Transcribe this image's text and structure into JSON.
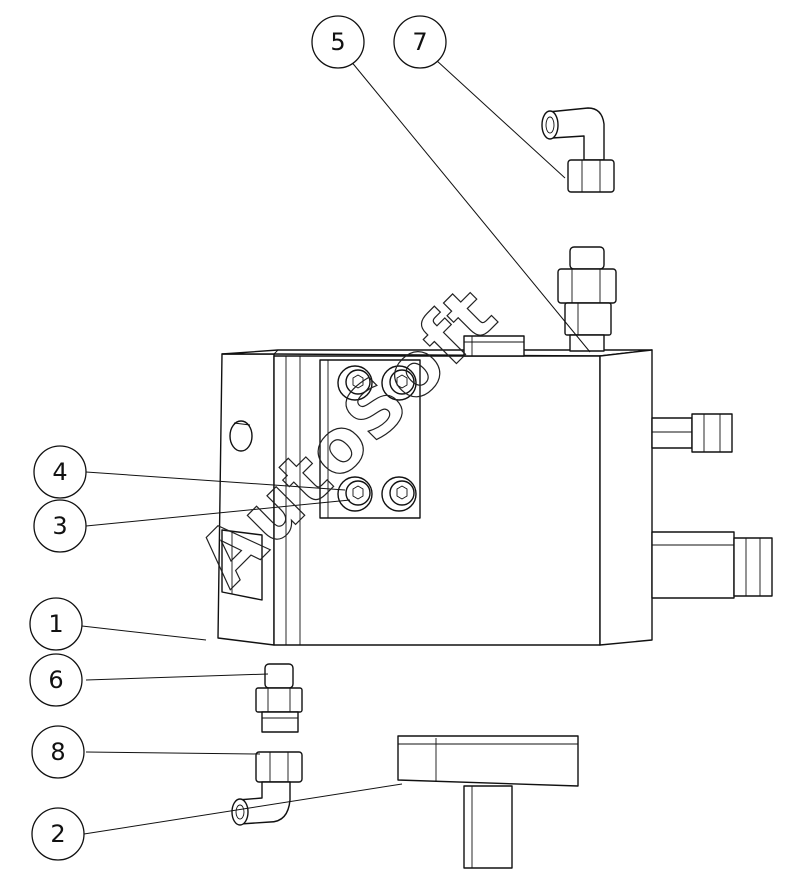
{
  "watermark": "AutoSoft",
  "callouts": [
    {
      "id": "5",
      "label": "5"
    },
    {
      "id": "7",
      "label": "7"
    },
    {
      "id": "4",
      "label": "4"
    },
    {
      "id": "3",
      "label": "3"
    },
    {
      "id": "1",
      "label": "1"
    },
    {
      "id": "6",
      "label": "6"
    },
    {
      "id": "8",
      "label": "8"
    },
    {
      "id": "2",
      "label": "2"
    }
  ]
}
